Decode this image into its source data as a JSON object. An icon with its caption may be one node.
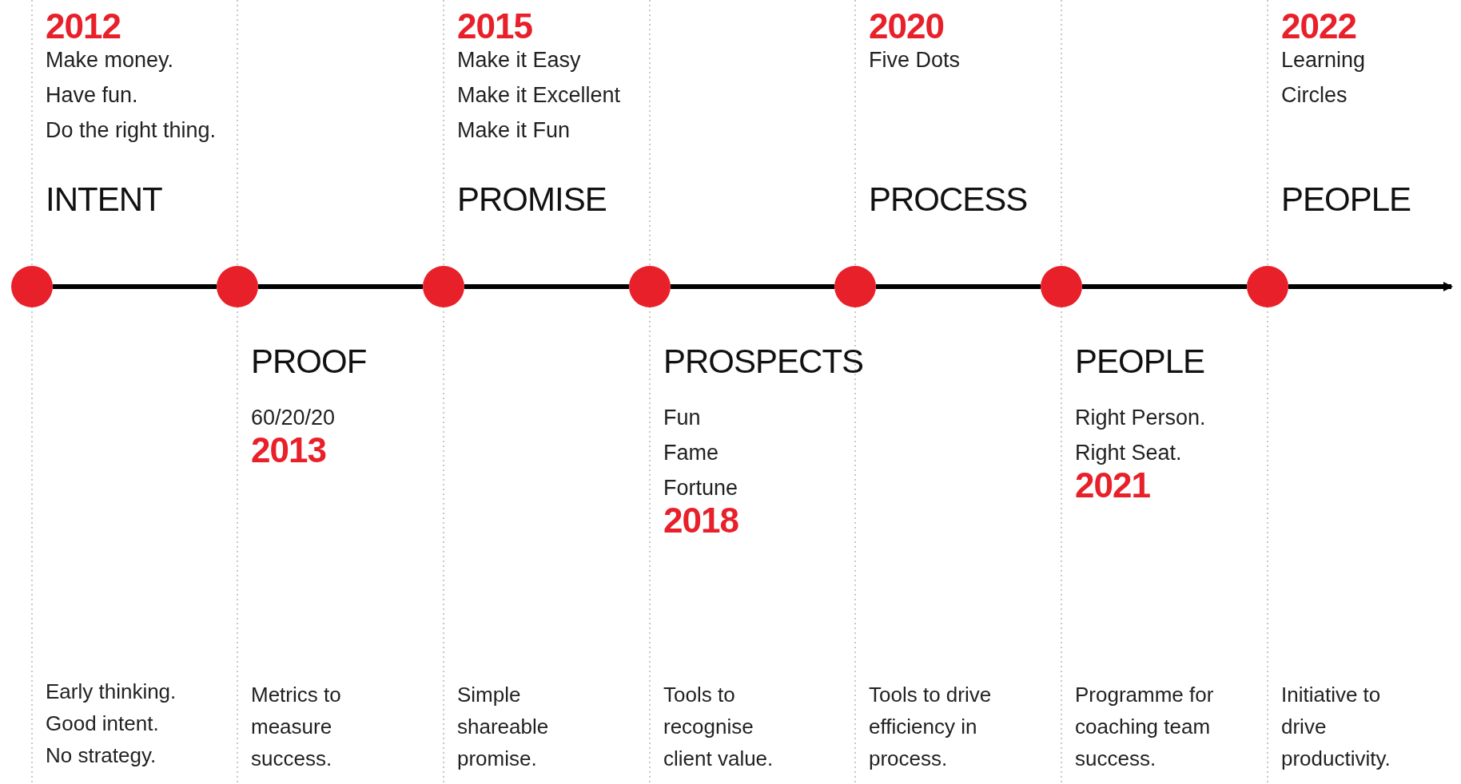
{
  "diagram": {
    "nodes": [
      {
        "text": [],
        "shape": "circle",
        "beside": [
          "2012",
          "Make money.",
          "Have fun.",
          "Do the right thing.",
          "INTENT"
        ]
      },
      {
        "text": [],
        "shape": "circle",
        "beside": [
          "PROOF",
          "60/20/20",
          "2013"
        ]
      },
      {
        "text": [],
        "shape": "circle",
        "beside": [
          "2015",
          "Make it Easy",
          "Make it Excellent",
          "Make it Fun",
          "PROMISE"
        ]
      },
      {
        "text": [],
        "shape": "circle",
        "beside": [
          "PROSPECTS",
          "Fun",
          "Fame",
          "Fortune",
          "2018"
        ]
      },
      {
        "text": [],
        "shape": "circle",
        "beside": [
          "2020",
          "Five Dots",
          "PROCESS"
        ]
      },
      {
        "text": [],
        "shape": "circle",
        "beside": [
          "PEOPLE",
          "Right Person.",
          "Right Seat.",
          "2021"
        ]
      },
      {
        "text": [],
        "shape": "circle",
        "beside": [
          "2022",
          "Learning",
          "Circles",
          "PEOPLE"
        ]
      }
    ],
    "edges": [
      {
        "from": 0,
        "to": 1,
        "arrow": "none"
      },
      {
        "from": 1,
        "to": 2,
        "arrow": "none"
      },
      {
        "from": 2,
        "to": 3,
        "arrow": "none"
      },
      {
        "from": 3,
        "to": 4,
        "arrow": "none"
      },
      {
        "from": 4,
        "to": 5,
        "arrow": "none"
      },
      {
        "from": 5,
        "to": 6,
        "arrow": "none"
      },
      {
        "from": 6,
        "to": null,
        "arrow": "to"
      }
    ],
    "labels": [
      "Early thinking.",
      "Good intent.",
      "No strategy.",
      "Metrics to measure success.",
      "Simple shareable promise.",
      "Tools to recognise client value.",
      "Tools to drive efficiency in process.",
      "Programme for coaching team success.",
      "Initiative to drive productivity."
    ]
  }
}
